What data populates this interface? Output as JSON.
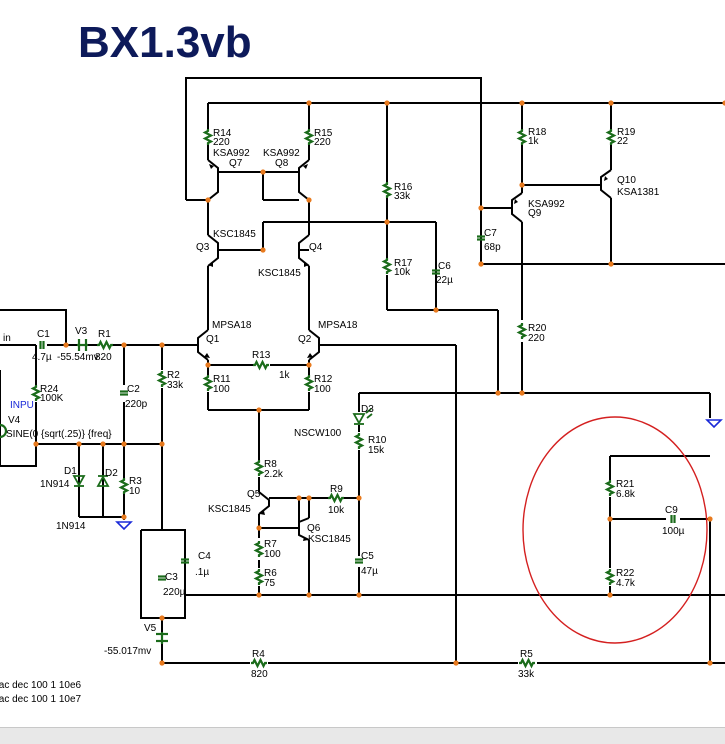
{
  "title": "BX1.3vb",
  "wire_color": "#000000",
  "junction_color": "#e87a1e",
  "resistor_color": "#1a6b1a",
  "highlight_color": "#d42020",
  "ground_color": "#1a2ad8",
  "components": {
    "R14": {
      "name": "R14",
      "value": "220"
    },
    "R15": {
      "name": "R15",
      "value": "220"
    },
    "Q7": {
      "name": "Q7",
      "model": "KSA992"
    },
    "Q8": {
      "name": "Q8",
      "model": "KSA992"
    },
    "Q3": {
      "name": "Q3",
      "model": "KSC1845"
    },
    "Q4": {
      "name": "Q4",
      "model": "KSC1845"
    },
    "R16": {
      "name": "R16",
      "value": "33k"
    },
    "R17": {
      "name": "R17",
      "value": "10k"
    },
    "C6": {
      "name": "C6",
      "value": "22µ"
    },
    "R18": {
      "name": "R18",
      "value": "1k"
    },
    "R19": {
      "name": "R19",
      "value": "22"
    },
    "Q9": {
      "name": "Q9",
      "model": "KSA992"
    },
    "Q10": {
      "name": "Q10",
      "model": "KSA1381"
    },
    "C7": {
      "name": "C7",
      "value": "68p"
    },
    "R20": {
      "name": "R20",
      "value": "220"
    },
    "Q1": {
      "name": "Q1",
      "model": "MPSA18"
    },
    "Q2": {
      "name": "Q2",
      "model": "MPSA18"
    },
    "R13": {
      "name": "R13",
      "value": "1k"
    },
    "R11": {
      "name": "R11",
      "value": "100"
    },
    "R12": {
      "name": "R12",
      "value": "100"
    },
    "C1": {
      "name": "C1",
      "value": "4.7µ"
    },
    "V3": {
      "name": "V3",
      "value": "-55.54mv"
    },
    "R1": {
      "name": "R1",
      "value": "820"
    },
    "R24": {
      "name": "R24",
      "value": "100K"
    },
    "V4": {
      "name": "V4",
      "value": "SINE(0 {sqrt(.25)} {freq}"
    },
    "C2": {
      "name": "C2",
      "value": "220p"
    },
    "R2": {
      "name": "R2",
      "value": "33k"
    },
    "D1": {
      "name": "D1",
      "model": "1N914"
    },
    "D2": {
      "name": "D2",
      "model": "1N914"
    },
    "R3": {
      "name": "R3",
      "value": "10"
    },
    "D3": {
      "name": "D3",
      "model": "NSCW100"
    },
    "R10": {
      "name": "R10",
      "value": "15k"
    },
    "R8": {
      "name": "R8",
      "value": "2.2k"
    },
    "Q5": {
      "name": "Q5",
      "model": "KSC1845"
    },
    "R9": {
      "name": "R9",
      "value": "10k"
    },
    "Q6": {
      "name": "Q6",
      "model": "KSC1845"
    },
    "R7": {
      "name": "R7",
      "value": "100"
    },
    "R6": {
      "name": "R6",
      "value": "75"
    },
    "C5": {
      "name": "C5",
      "value": "47µ"
    },
    "C4": {
      "name": "C4",
      "value": ".1µ"
    },
    "C3": {
      "name": "C3",
      "value": "220µ"
    },
    "V5": {
      "name": "V5",
      "value": "-55.017mv"
    },
    "R4": {
      "name": "R4",
      "value": "820"
    },
    "R5": {
      "name": "R5",
      "value": "33k"
    },
    "R21": {
      "name": "R21",
      "value": "6.8k"
    },
    "R22": {
      "name": "R22",
      "value": "4.7k"
    },
    "C9": {
      "name": "C9",
      "value": "100µ"
    }
  },
  "labels": {
    "in": "in",
    "input": "INPU",
    "v4_name": "V4"
  },
  "directives": [
    ".ac dec 100 1 10e6",
    ".ac dec 100 1 10e7"
  ]
}
